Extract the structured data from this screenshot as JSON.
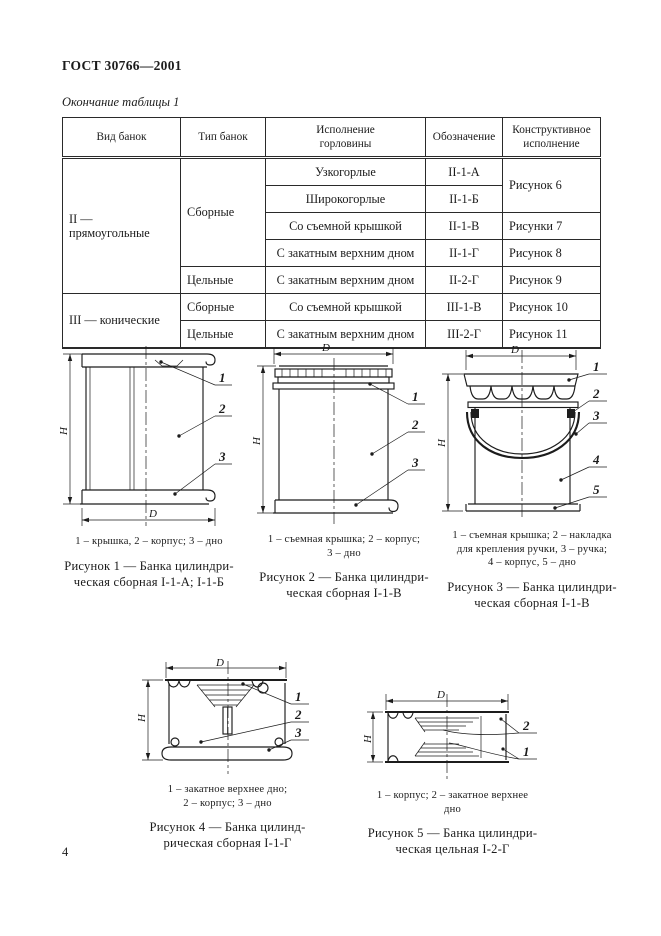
{
  "page": {
    "doc_number": "ГОСТ 30766—2001",
    "table_continuation": "Окончание таблицы 1",
    "page_number": "4"
  },
  "table": {
    "headers": [
      "Вид банок",
      "Тип банок",
      "Исполнение\nгорловины",
      "Обозначение",
      "Конструктивное\nисполнение"
    ],
    "rows": [
      {
        "vid": "II — прямоугольные",
        "tip": "Сборные",
        "gorlovina": "Узкогорлые",
        "oboznachenie": "II-1-А",
        "risunok": "Рисунок 6"
      },
      {
        "gorlovina": "Широкогорлые",
        "oboznachenie": "II-1-Б"
      },
      {
        "gorlovina": "Со съемной крышкой",
        "oboznachenie": "II-1-В",
        "risunok": "Рисунки 7"
      },
      {
        "gorlovina": "С закатным верхним дном",
        "oboznachenie": "II-1-Г",
        "risunok": "Рисунок 8"
      },
      {
        "tip": "Цельные",
        "gorlovina": "С закатным верхним дном",
        "oboznachenie": "II-2-Г",
        "risunok": "Рисунок 9"
      },
      {
        "vid": "III — конические",
        "tip": "Сборные",
        "gorlovina": "Со съемной крышкой",
        "oboznachenie": "III-1-В",
        "risunok": "Рисунок 10"
      },
      {
        "tip": "Цельные",
        "gorlovina": "С закатным верхним дном",
        "oboznachenie": "III-2-Г",
        "risunok": "Рисунок 11"
      }
    ]
  },
  "figures": [
    {
      "dims": {
        "h": "H",
        "d": "D"
      },
      "callouts": [
        "1",
        "2",
        "3"
      ],
      "legend": "1 – крышка, 2 – корпус; 3 – дно",
      "caption": "Рисунок 1 — Банка цилиндри-\nческая сборная I-1-А; I-1-Б"
    },
    {
      "dims": {
        "h": "H",
        "d": "D"
      },
      "callouts": [
        "1",
        "2",
        "3"
      ],
      "legend": "1 – съемная крышка; 2 – корпус;\n3 – дно",
      "caption": "Рисунок 2 — Банка цилиндри-\nческая сборная I-1-В"
    },
    {
      "dims": {
        "h": "H",
        "d": "D"
      },
      "callouts": [
        "1",
        "2",
        "3",
        "4",
        "5"
      ],
      "legend": "1 – съемная крышка; 2 – накладка\nдля крепления ручки, 3 – ручка;\n4 – корпус, 5 – дно",
      "caption": "Рисунок 3 — Банка цилиндри-\nческая сборная I-1-В"
    },
    {
      "dims": {
        "h": "H",
        "d": "D"
      },
      "callouts": [
        "1",
        "2",
        "3"
      ],
      "legend": "1 – закатное верхнее дно;\n2 – корпус; 3 – дно",
      "caption": "Рисунок 4 — Банка цилинд-\nрическая сборная I-1-Г"
    },
    {
      "dims": {
        "h": "H",
        "d": "D"
      },
      "callouts": [
        "2",
        "1"
      ],
      "legend": "1 – корпус; 2 – закатное верхнее\nдно",
      "caption": "Рисунок 5 — Банка цилиндри-\nческая цельная I-2-Г"
    }
  ]
}
